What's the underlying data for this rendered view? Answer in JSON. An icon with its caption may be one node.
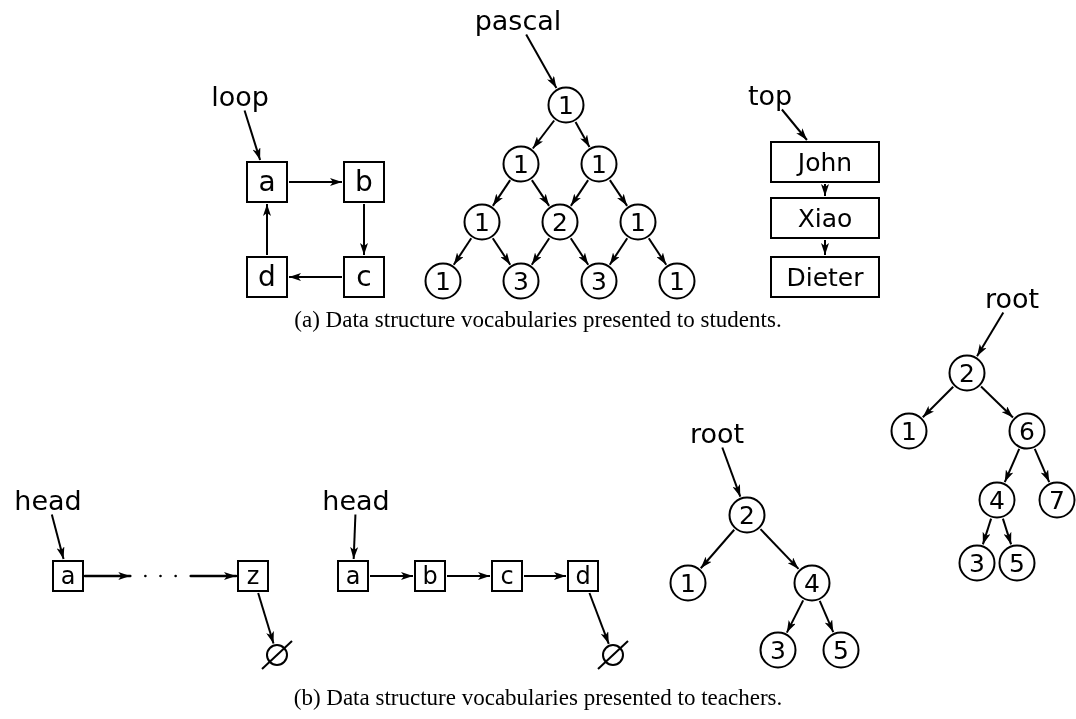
{
  "diagram": {
    "nodes": [
      {
        "text": [
          "loop"
        ]
      },
      {
        "text": [
          "a"
        ]
      },
      {
        "text": [
          "b"
        ]
      },
      {
        "text": [
          "c"
        ]
      },
      {
        "text": [
          "d"
        ]
      },
      {
        "text": [
          "pascal"
        ]
      },
      {
        "text": [
          "1"
        ]
      },
      {
        "text": [
          "1"
        ]
      },
      {
        "text": [
          "1"
        ]
      },
      {
        "text": [
          "1"
        ]
      },
      {
        "text": [
          "2"
        ]
      },
      {
        "text": [
          "1"
        ]
      },
      {
        "text": [
          "1"
        ]
      },
      {
        "text": [
          "3"
        ]
      },
      {
        "text": [
          "3"
        ]
      },
      {
        "text": [
          "1"
        ]
      },
      {
        "text": [
          "top"
        ]
      },
      {
        "text": [
          "John"
        ]
      },
      {
        "text": [
          "Xiao"
        ]
      },
      {
        "text": [
          "Dieter"
        ]
      },
      {
        "text": [
          "head"
        ]
      },
      {
        "text": [
          "a"
        ]
      },
      {
        "text": [
          "z"
        ]
      },
      {
        "text": [],
        "shape": "circle"
      },
      {
        "text": [
          "head"
        ]
      },
      {
        "text": [
          "a"
        ]
      },
      {
        "text": [
          "b"
        ]
      },
      {
        "text": [
          "c"
        ]
      },
      {
        "text": [
          "d"
        ]
      },
      {
        "text": [],
        "shape": "circle"
      },
      {
        "text": [
          "root"
        ]
      },
      {
        "text": [
          "2"
        ]
      },
      {
        "text": [
          "1"
        ]
      },
      {
        "text": [
          "4"
        ]
      },
      {
        "text": [
          "3"
        ]
      },
      {
        "text": [
          "5"
        ]
      },
      {
        "text": [
          "root"
        ]
      },
      {
        "text": [
          "2"
        ]
      },
      {
        "text": [
          "1"
        ]
      },
      {
        "text": [
          "6"
        ]
      },
      {
        "text": [
          "4"
        ]
      },
      {
        "text": [
          "7"
        ]
      },
      {
        "text": [
          "3"
        ]
      },
      {
        "text": [
          "5"
        ]
      }
    ],
    "edges": [
      {
        "from": 0,
        "to": 1,
        "arrow": "to"
      },
      {
        "from": 1,
        "to": 2,
        "arrow": "to"
      },
      {
        "from": 2,
        "to": 3,
        "arrow": "to"
      },
      {
        "from": 3,
        "to": 4,
        "arrow": "to"
      },
      {
        "from": 4,
        "to": 1,
        "arrow": "to"
      },
      {
        "from": 5,
        "to": 6,
        "arrow": "to"
      },
      {
        "from": 6,
        "to": 7,
        "arrow": "to"
      },
      {
        "from": 6,
        "to": 8,
        "arrow": "to"
      },
      {
        "from": 7,
        "to": 9,
        "arrow": "to"
      },
      {
        "from": 7,
        "to": 10,
        "arrow": "to"
      },
      {
        "from": 8,
        "to": 10,
        "arrow": "to"
      },
      {
        "from": 8,
        "to": 11,
        "arrow": "to"
      },
      {
        "from": 9,
        "to": 12,
        "arrow": "to"
      },
      {
        "from": 9,
        "to": 13,
        "arrow": "to"
      },
      {
        "from": 10,
        "to": 13,
        "arrow": "to"
      },
      {
        "from": 10,
        "to": 14,
        "arrow": "to"
      },
      {
        "from": 11,
        "to": 14,
        "arrow": "to"
      },
      {
        "from": 11,
        "to": 15,
        "arrow": "to"
      },
      {
        "from": 16,
        "to": 17,
        "arrow": "to"
      },
      {
        "from": 17,
        "to": 18,
        "arrow": "to"
      },
      {
        "from": 18,
        "to": 19,
        "arrow": "to"
      },
      {
        "from": 20,
        "to": 21,
        "arrow": "to"
      },
      {
        "from": 21,
        "to": 22,
        "arrow": "to",
        "style": "dashed"
      },
      {
        "from": 22,
        "to": 23,
        "arrow": "to"
      },
      {
        "from": 24,
        "to": 25,
        "arrow": "to"
      },
      {
        "from": 25,
        "to": 26,
        "arrow": "to"
      },
      {
        "from": 26,
        "to": 27,
        "arrow": "to"
      },
      {
        "from": 27,
        "to": 28,
        "arrow": "to"
      },
      {
        "from": 28,
        "to": 29,
        "arrow": "to"
      },
      {
        "from": 30,
        "to": 31,
        "arrow": "to"
      },
      {
        "from": 31,
        "to": 32,
        "arrow": "to"
      },
      {
        "from": 31,
        "to": 33,
        "arrow": "to"
      },
      {
        "from": 33,
        "to": 34,
        "arrow": "to"
      },
      {
        "from": 33,
        "to": 35,
        "arrow": "to"
      },
      {
        "from": 36,
        "to": 37,
        "arrow": "to"
      },
      {
        "from": 37,
        "to": 38,
        "arrow": "to"
      },
      {
        "from": 37,
        "to": 39,
        "arrow": "to"
      },
      {
        "from": 39,
        "to": 40,
        "arrow": "to"
      },
      {
        "from": 39,
        "to": 41,
        "arrow": "to"
      },
      {
        "from": 40,
        "to": 42,
        "arrow": "to"
      },
      {
        "from": 40,
        "to": 43,
        "arrow": "to"
      }
    ],
    "labels": [
      "(a) Data structure vocabularies presented to students.",
      "(b) Data structure vocabularies presented to teachers."
    ]
  }
}
